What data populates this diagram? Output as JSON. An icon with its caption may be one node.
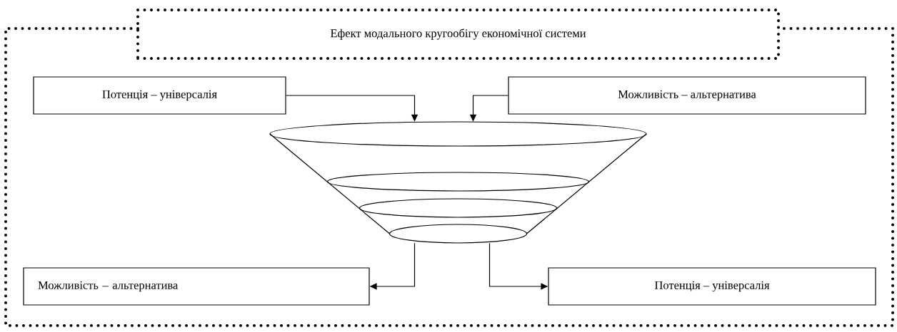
{
  "diagram": {
    "nodes": [
      {
        "text": [
          "Ефект модального кругообігу економічної системи"
        ]
      },
      {
        "text": [
          "Потенція – універсалія"
        ],
        "in": 0
      },
      {
        "text": [
          "Можливість – альтернатива"
        ],
        "in": 0
      },
      {
        "text": [],
        "shape": "funnel",
        "in": 0
      },
      {
        "text": [
          "Можливість – альтернатива"
        ],
        "in": 0
      },
      {
        "text": [
          "Потенція – універсалія"
        ],
        "in": 0
      }
    ],
    "edges": [
      {
        "from": 1,
        "to": 3,
        "arrow": "to"
      },
      {
        "from": 2,
        "to": 3,
        "arrow": "to"
      },
      {
        "from": 3,
        "to": 4,
        "arrow": "to"
      },
      {
        "from": 3,
        "to": 5,
        "arrow": "to"
      }
    ]
  }
}
